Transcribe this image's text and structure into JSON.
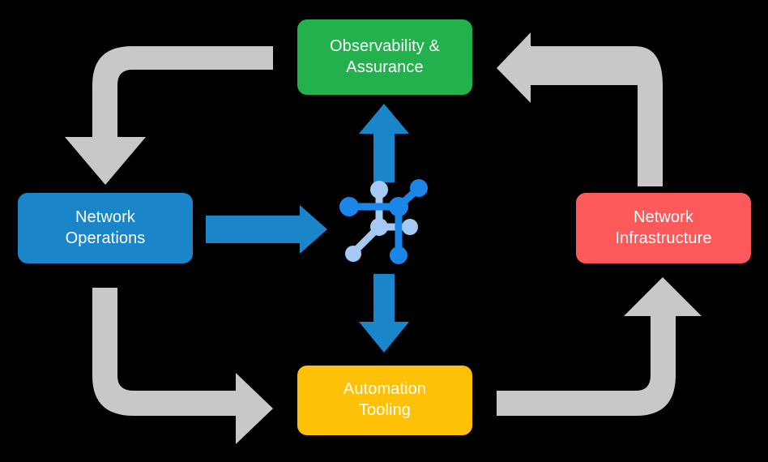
{
  "diagram": {
    "title": "Network automation lifecycle cycle diagram",
    "background_color": "#000000",
    "center": {
      "icon_name": "network-mesh-icon",
      "colors": {
        "dark_blue": "#1a86e8",
        "light_blue": "#a4c9f4"
      }
    },
    "boxes": [
      {
        "id": "observability",
        "label": "Observability &\nAssurance",
        "color": "#22b14c",
        "text_color": "#ffffff",
        "position": "top"
      },
      {
        "id": "network-operations",
        "label": "Network\nOperations",
        "color": "#1a85c8",
        "text_color": "#ffffff",
        "position": "left"
      },
      {
        "id": "network-infrastructure",
        "label": "Network\nInfrastructure",
        "color": "#fc5a5a",
        "text_color": "#ffffff",
        "position": "right"
      },
      {
        "id": "automation-tooling",
        "label": "Automation\nTooling",
        "color": "#ffc107",
        "text_color": "#ffffff",
        "position": "bottom"
      }
    ],
    "arrows": {
      "blue_color": "#1a85c8",
      "gray_color": "#c8c8c8",
      "items": [
        {
          "id": "network-operations-to-center",
          "name": "arrow-operations-to-center",
          "color": "#1a85c8",
          "direction": "right"
        },
        {
          "id": "center-to-observability",
          "name": "arrow-center-to-observability",
          "color": "#1a85c8",
          "direction": "up"
        },
        {
          "id": "center-to-automation-tooling",
          "name": "arrow-center-to-automation",
          "color": "#1a85c8",
          "direction": "down"
        },
        {
          "id": "observability-to-network-operations",
          "name": "arrow-observability-to-operations",
          "color": "#c8c8c8",
          "direction": "down"
        },
        {
          "id": "network-infrastructure-to-observability",
          "name": "arrow-infrastructure-to-observability",
          "color": "#c8c8c8",
          "direction": "left"
        },
        {
          "id": "network-operations-to-automation-tooling",
          "name": "arrow-operations-to-automation",
          "color": "#c8c8c8",
          "direction": "right"
        },
        {
          "id": "automation-tooling-to-network-infrastructure",
          "name": "arrow-automation-to-infrastructure",
          "color": "#c8c8c8",
          "direction": "up"
        }
      ]
    }
  }
}
